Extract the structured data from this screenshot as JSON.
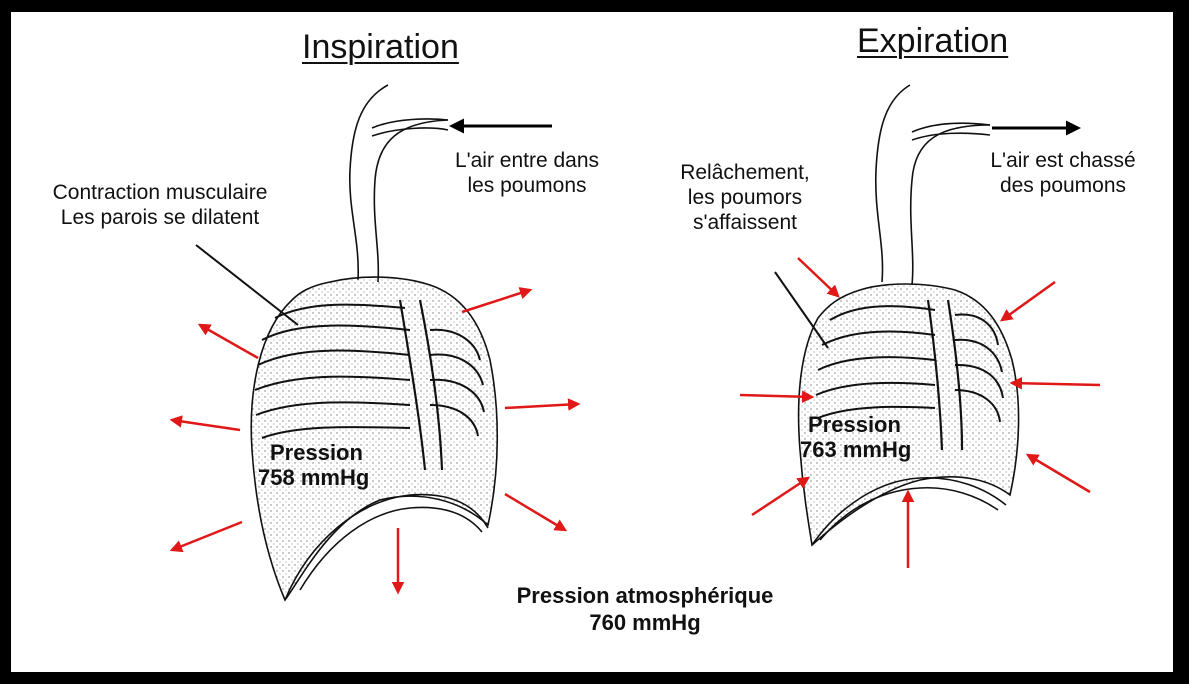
{
  "inspiration": {
    "title": "Inspiration",
    "air_note_line1": "L'air entre dans",
    "air_note_line2": "les poumons",
    "muscle_line1": "Contraction musculaire",
    "muscle_line2": "Les parois se dilatent",
    "pressure_line1": "Pression",
    "pressure_line2": "758 mmHg"
  },
  "expiration": {
    "title": "Expiration",
    "air_note_line1": "L'air est chassé",
    "air_note_line2": "des poumons",
    "relax_line1": "Relâchement,",
    "relax_line2": "les poumors",
    "relax_line3": "s'affaissent",
    "pressure_line1": "Pression",
    "pressure_line2": "763 mmHg"
  },
  "atmosphere": {
    "line1": "Pression atmosphérique",
    "line2": "760 mmHg"
  },
  "colors": {
    "force_arrow": "#e01818",
    "air_arrow": "#000000",
    "outline": "#111111"
  },
  "icons": [
    "lungs-ribcage-illustration",
    "arrow-left-icon",
    "arrow-right-icon"
  ]
}
